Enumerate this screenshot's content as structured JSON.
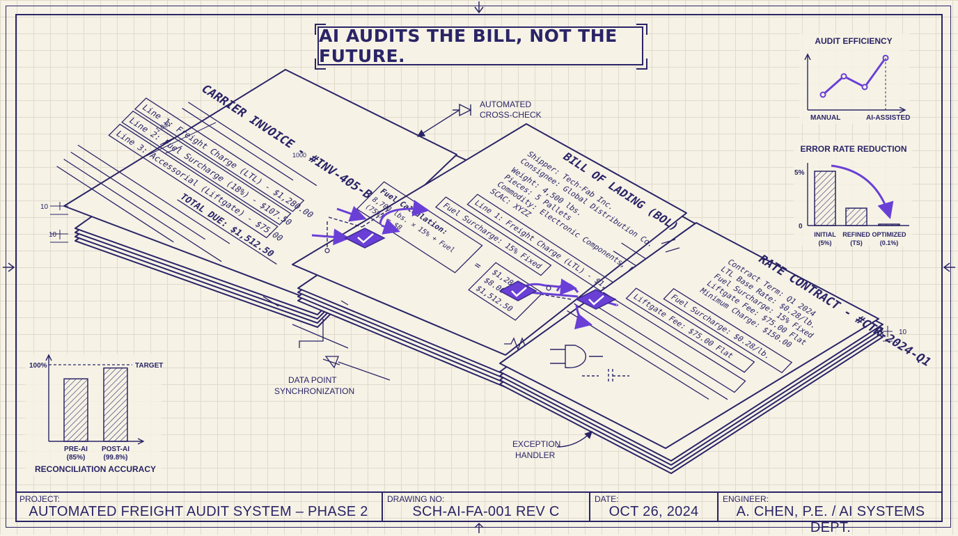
{
  "title": "AI AUDITS THE BILL, NOT THE FUTURE.",
  "colors": {
    "ink": "#2a2466",
    "accent": "#6a3fd6",
    "paper": "#f6f2e6"
  },
  "invoice": {
    "title": "CARRIER INVOICE - #INV-405-B",
    "lines": [
      "Line 1: Freight Charge (LTL) - $1,280.00",
      "Line 2: Fuel Surcharge (18%) - $107.50",
      "Line 3: Accessorial (Liftgate) - $75.00"
    ],
    "total": "TOTAL DUE: $1,512.50",
    "dim_top": "1.0ad",
    "dim_mid": "1000"
  },
  "bol": {
    "title": "BILL OF LADING (BOL) - #BOL-887-C",
    "fields": [
      "Shipper: Tech-Fab Inc.",
      "Consignee: Global Distribution Co.",
      "Weight: 4,500 lbs.",
      "Pieces: 5 Pallets",
      "Commodity: Electronic Components, N.O.S.",
      "SCAC: XYZZ"
    ],
    "line1": "Line 1: Freight Charge (LTL) - $1,280.00",
    "fuel": "Fuel Surcharge: 15% Fixed",
    "calc_title": "Fuel Calculation:",
    "calc_lines": [
      "8,700 lbs. × 15% + Fuel",
      "(75%) = $8"
    ],
    "equals": "=",
    "results": [
      "$1,280.00",
      "$8.00",
      "$1,512.50"
    ]
  },
  "rate": {
    "title": "RATE CONTRACT - #CTR-2024-Q1",
    "fields": [
      "Contract Term: Q1 2024",
      "LTL Base Rate: $0.28/lb.",
      "Fuel Surcharge: 15% Fixed",
      "Liftgate Fee: $75.00 Flat",
      "Minimum Charge: $150.00"
    ],
    "fuel": "Fuel Surcharge: $0.28/lb.",
    "liftgate": "Liftgate Fee: $75.00 Flat"
  },
  "callouts": {
    "cross_check": [
      "AUTOMATED",
      "CROSS-CHECK"
    ],
    "sync": [
      "DATA POINT",
      "SYNCHRONIZATION"
    ],
    "exception": [
      "EXCEPTION",
      "HANDLER"
    ]
  },
  "dims": {
    "d10": "10"
  },
  "efficiency": {
    "title": "AUDIT EFFICIENCY",
    "x_left": "MANUAL",
    "x_right": "AI-ASSISTED",
    "points": [
      [
        0,
        1.0
      ],
      [
        1,
        2.2
      ],
      [
        2,
        1.5
      ],
      [
        3,
        3.4
      ]
    ]
  },
  "error_rate": {
    "title": "ERROR RATE REDUCTION",
    "y_top": "5%",
    "y_zero": "0",
    "bars": [
      {
        "label": "INITIAL",
        "sub": "(5%)",
        "value": 5
      },
      {
        "label": "REFINED",
        "sub": "(TS)",
        "value": 1.6
      },
      {
        "label": "OPTIMIZED",
        "sub": "(0.1%)",
        "value": 0.1
      }
    ]
  },
  "reconciliation": {
    "title": "RECONCILIATION ACCURACY",
    "y_label": "100%",
    "target": "TARGET",
    "bars": [
      {
        "label": "PRE-AI",
        "sub": "(85%)",
        "value": 85
      },
      {
        "label": "POST-AI",
        "sub": "(99.8%)",
        "value": 99.8
      }
    ]
  },
  "title_block": {
    "project_label": "PROJECT:",
    "project": "AUTOMATED FREIGHT AUDIT SYSTEM – PHASE 2",
    "drawing_label": "DRAWING NO:",
    "drawing": "SCH-AI-FA-001 REV C",
    "date_label": "DATE:",
    "date": "OCT 26, 2024",
    "engineer_label": "ENGINEER:",
    "engineer": "A. CHEN, P.E. / AI SYSTEMS DEPT."
  }
}
